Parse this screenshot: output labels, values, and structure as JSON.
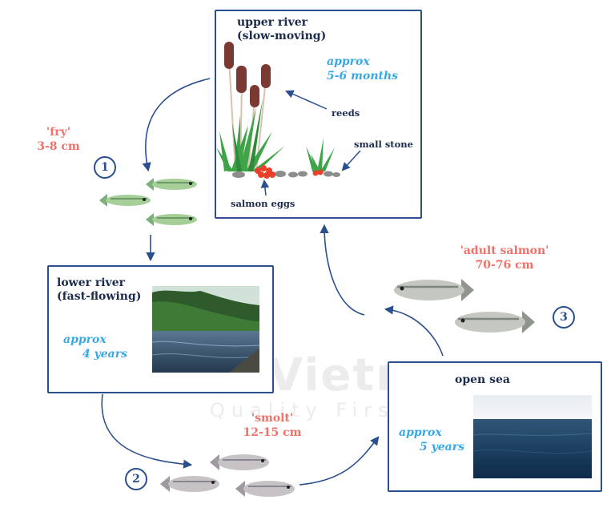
{
  "watermark": {
    "main": "ZLC Vietnam",
    "sub": "Quality First"
  },
  "stages": {
    "upper_river": {
      "title_line1": "upper river",
      "title_line2": "(slow-moving)",
      "approx_line1": "approx",
      "approx_line2": "5-6 months",
      "labels": {
        "reeds": "reeds",
        "small_stone": "small stone",
        "salmon_eggs": "salmon eggs"
      }
    },
    "lower_river": {
      "title_line1": "lower river",
      "title_line2": "(fast-flowing)",
      "approx_line1": "approx",
      "approx_line2": "4 years"
    },
    "open_sea": {
      "title": "open sea",
      "approx_line1": "approx",
      "approx_line2": "5 years"
    }
  },
  "fish_labels": {
    "fry": {
      "name": "'fry'",
      "size": "3-8 cm"
    },
    "smolt": {
      "name": "'smolt'",
      "size": "12-15 cm"
    },
    "adult": {
      "name": "'adult salmon'",
      "size": "70-76 cm"
    }
  },
  "steps": [
    "1",
    "2",
    "3"
  ],
  "colors": {
    "box_border": "#2a4f8f",
    "approx": "#39a9e6",
    "fish_label": "#f0716a",
    "arrow": "#2a4f8f"
  }
}
